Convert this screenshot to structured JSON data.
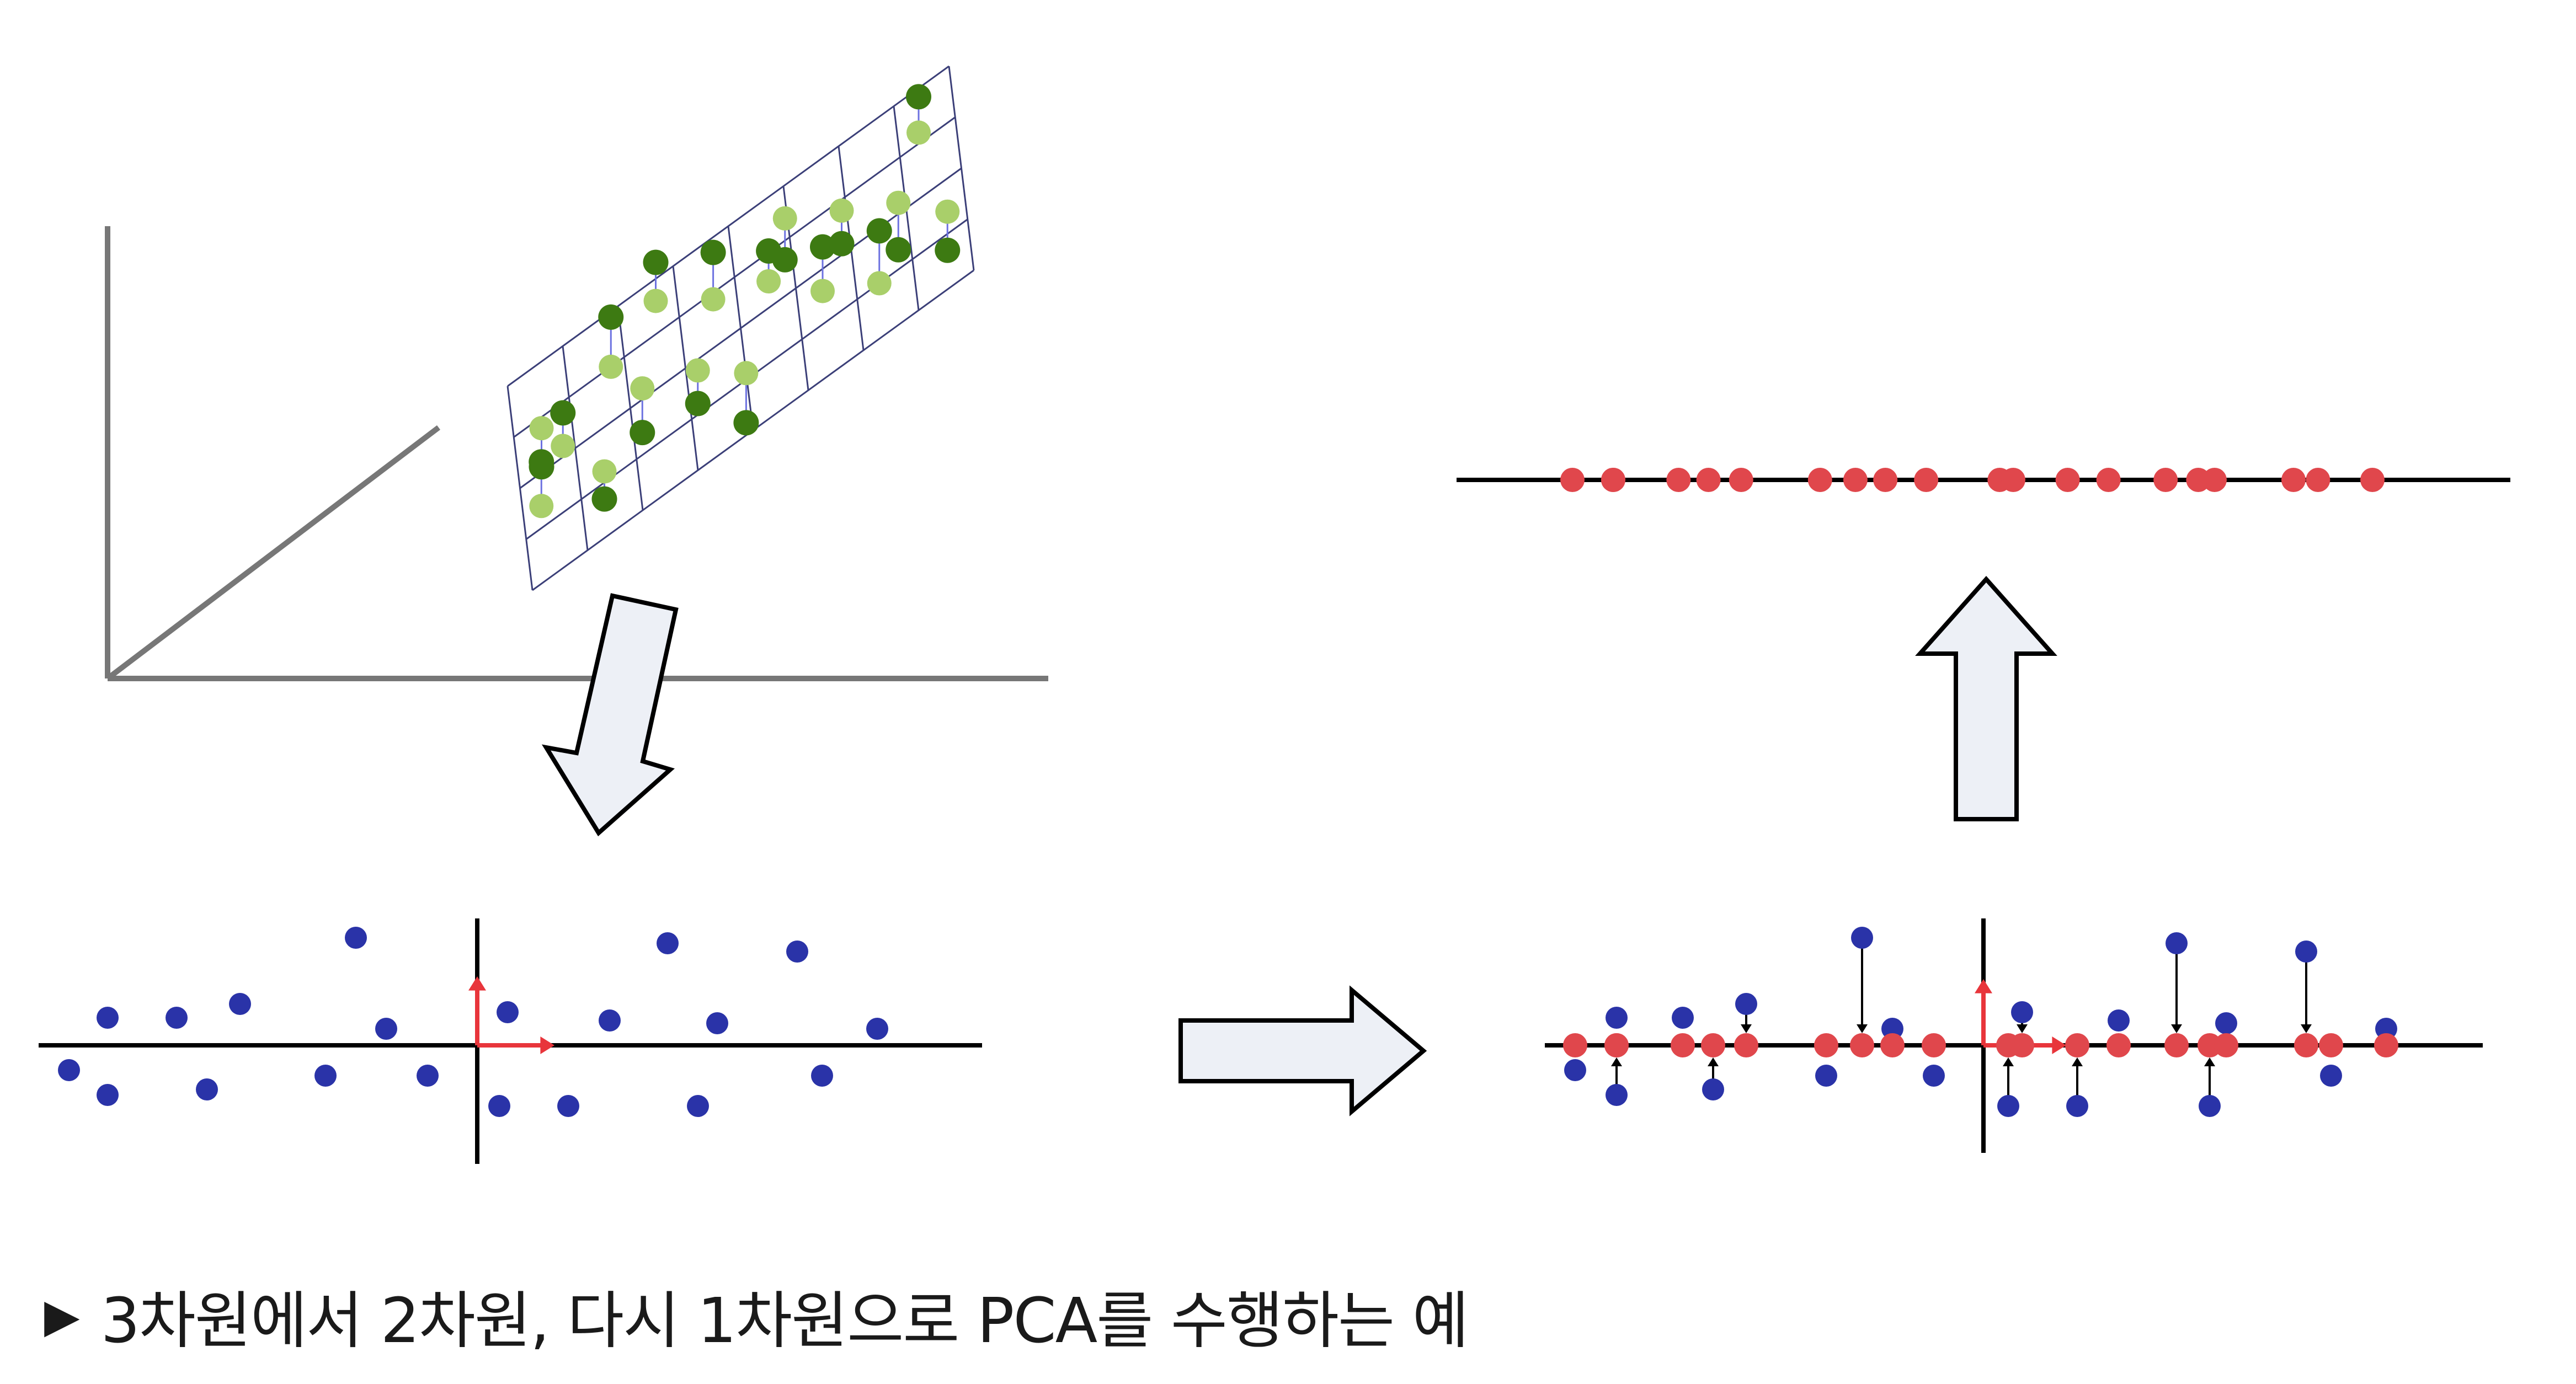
{
  "caption": {
    "marker": "▶",
    "text": "3차원에서 2차원, 다시 1차원으로 PCA를 수행하는 예"
  },
  "colors": {
    "axis_3d": "#777777",
    "grid": "#3b3f78",
    "green_dark": "#3d7a12",
    "green_light": "#a9cf6a",
    "projection_arrow": "#6d72e0",
    "blue_point": "#2a33a8",
    "red_point": "#e0474c",
    "red_axis": "#e8353b",
    "line": "#000000",
    "arrow_fill": "#edf0f6",
    "arrow_stroke": "#000000"
  },
  "icons": {
    "down_arrow": "block-arrow-down-left",
    "right_arrow": "block-arrow-right",
    "up_arrow": "block-arrow-up"
  }
}
